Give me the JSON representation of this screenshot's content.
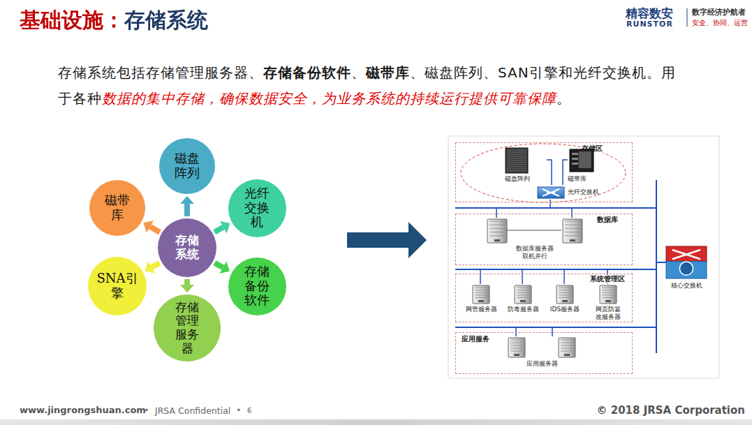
{
  "diagram": {
    "title": "基础设施：存储系统",
    "nodes": [
      {
        "text": [
          "存储系统"
        ]
      },
      {
        "text": [
          "磁盘阵列"
        ]
      },
      {
        "text": [
          "光纤交换机"
        ]
      },
      {
        "text": [
          "存储备份软件"
        ]
      },
      {
        "text": [
          "存储管理服务器"
        ]
      },
      {
        "text": [
          "SNA引擎"
        ]
      },
      {
        "text": [
          "磁带库"
        ]
      },
      {
        "text": [
          "存储区"
        ]
      },
      {
        "text": [
          "磁盘阵列"
        ],
        "in": 7
      },
      {
        "text": [
          "磁带库"
        ],
        "in": 7
      },
      {
        "text": [
          "光纤交换机"
        ],
        "in": 7
      },
      {
        "text": [
          "数据库"
        ]
      },
      {
        "text": [
          "数据库服务器 双机并行"
        ],
        "in": 11
      },
      {
        "text": [
          "系统管理区"
        ]
      },
      {
        "text": [
          "网管服务器"
        ],
        "in": 13
      },
      {
        "text": [
          "防毒服务器"
        ],
        "in": 13
      },
      {
        "text": [
          "IDS服务器"
        ],
        "in": 13
      },
      {
        "text": [
          "网页防篡改服务器"
        ],
        "in": 13
      },
      {
        "text": [
          "应用服务"
        ]
      },
      {
        "text": [
          "应用服务器"
        ],
        "in": 18
      },
      {
        "text": [
          "核心交换机"
        ]
      }
    ],
    "edges": [
      {
        "from": 0,
        "to": 1,
        "arrow": "to"
      },
      {
        "from": 0,
        "to": 2,
        "arrow": "to"
      },
      {
        "from": 0,
        "to": 3,
        "arrow": "to"
      },
      {
        "from": 0,
        "to": 4,
        "arrow": "to"
      },
      {
        "from": 0,
        "to": 5,
        "arrow": "to"
      },
      {
        "from": 0,
        "to": 6,
        "arrow": "to"
      },
      {
        "from": 8,
        "to": 10,
        "arrow": "none"
      },
      {
        "from": 9,
        "to": 10,
        "arrow": "none"
      }
    ],
    "labels": [
      "精容数安",
      "RUNSTOR",
      "数字经济护航者",
      "安全、协同、运营",
      "存储系统包括存储管理服务器、",
      "存储备份软件",
      "、",
      "磁带库",
      "、磁盘阵列、SAN引擎和光纤交换机。用于各种",
      "数据的集中存储，确保数据安全，为业务系统的持续运行提供可靠保障",
      "。",
      "www.jingrongshuan.com",
      "•",
      "JRSA Confidential",
      "•",
      "6",
      "© 2018 JRSA Corporation"
    ]
  }
}
